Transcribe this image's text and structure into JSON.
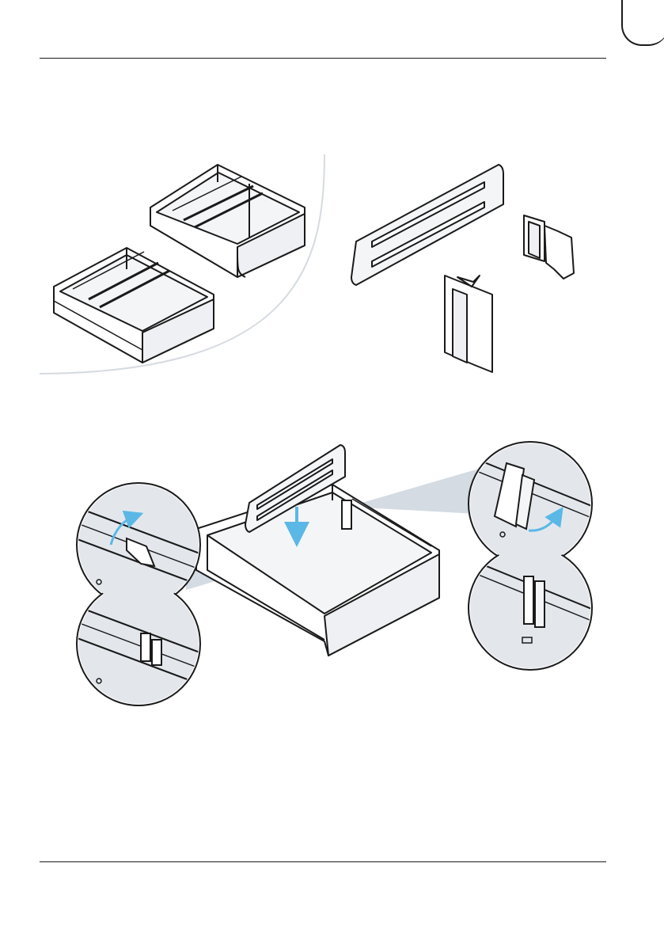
{
  "document": {
    "type": "assembly-instruction-page",
    "figures": [
      {
        "name": "parts-overview",
        "items": [
          "drawer-frame",
          "divider-panel",
          "divider-clip"
        ]
      },
      {
        "name": "divider-installation",
        "callouts": [
          "clip-rotate-left",
          "clip-locked-left",
          "clip-rotate-right",
          "clip-locked-right"
        ]
      }
    ]
  },
  "colors": {
    "line": "#1a1a1a",
    "panel": "#f4f5f7",
    "callout_bg": "#e3e7ec",
    "arrow": "#5bb8e6",
    "halo": "#cfd6de"
  }
}
